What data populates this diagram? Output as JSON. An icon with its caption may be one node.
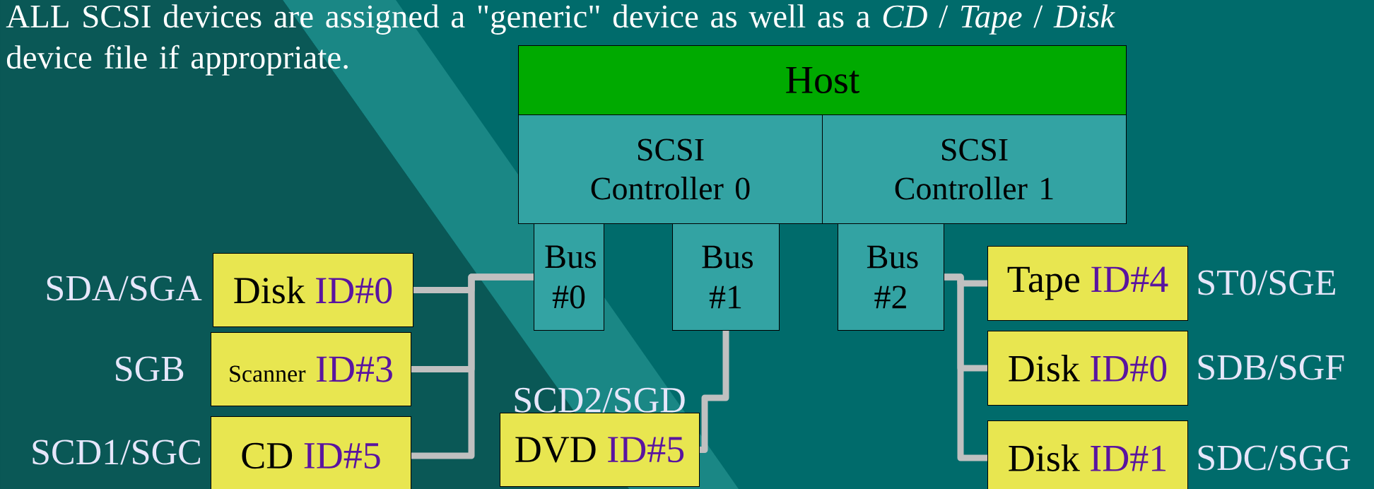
{
  "diagram": {
    "title": "ALL SCSI devices are assigned a \"generic\" device as well as a *CD* / *Tape* / *Disk* device file if appropriate.",
    "nodes": [
      {
        "text": [
          "Host"
        ]
      },
      {
        "text": [
          "SCSI Controller 0"
        ]
      },
      {
        "text": [
          "SCSI Controller 1"
        ]
      },
      {
        "text": [
          "Bus #0"
        ]
      },
      {
        "text": [
          "Bus #1"
        ]
      },
      {
        "text": [
          "Bus #2"
        ]
      },
      {
        "text": [
          "Disk",
          "ID#0"
        ],
        "beside": [
          "SDA/SGA"
        ]
      },
      {
        "text": [
          "Scanner",
          "ID#3"
        ],
        "beside": [
          "SGB"
        ]
      },
      {
        "text": [
          "CD",
          "ID#5"
        ],
        "beside": [
          "SCD1/SGC"
        ]
      },
      {
        "text": [
          "DVD",
          "ID#5"
        ],
        "beside": [
          "SCD2/SGD"
        ]
      },
      {
        "text": [
          "Tape",
          "ID#4"
        ],
        "beside": [
          "ST0/SGE"
        ]
      },
      {
        "text": [
          "Disk",
          "ID#0"
        ],
        "beside": [
          "SDB/SGF"
        ]
      },
      {
        "text": [
          "Disk",
          "ID#1"
        ],
        "beside": [
          "SDC/SGG"
        ]
      }
    ],
    "edges": [
      {
        "from": 3,
        "to": 6,
        "arrow": "none"
      },
      {
        "from": 3,
        "to": 7,
        "arrow": "none"
      },
      {
        "from": 3,
        "to": 8,
        "arrow": "none"
      },
      {
        "from": 4,
        "to": 9,
        "arrow": "none"
      },
      {
        "from": 5,
        "to": 10,
        "arrow": "none"
      },
      {
        "from": 5,
        "to": 11,
        "arrow": "none"
      },
      {
        "from": 5,
        "to": 12,
        "arrow": "none"
      }
    ]
  }
}
